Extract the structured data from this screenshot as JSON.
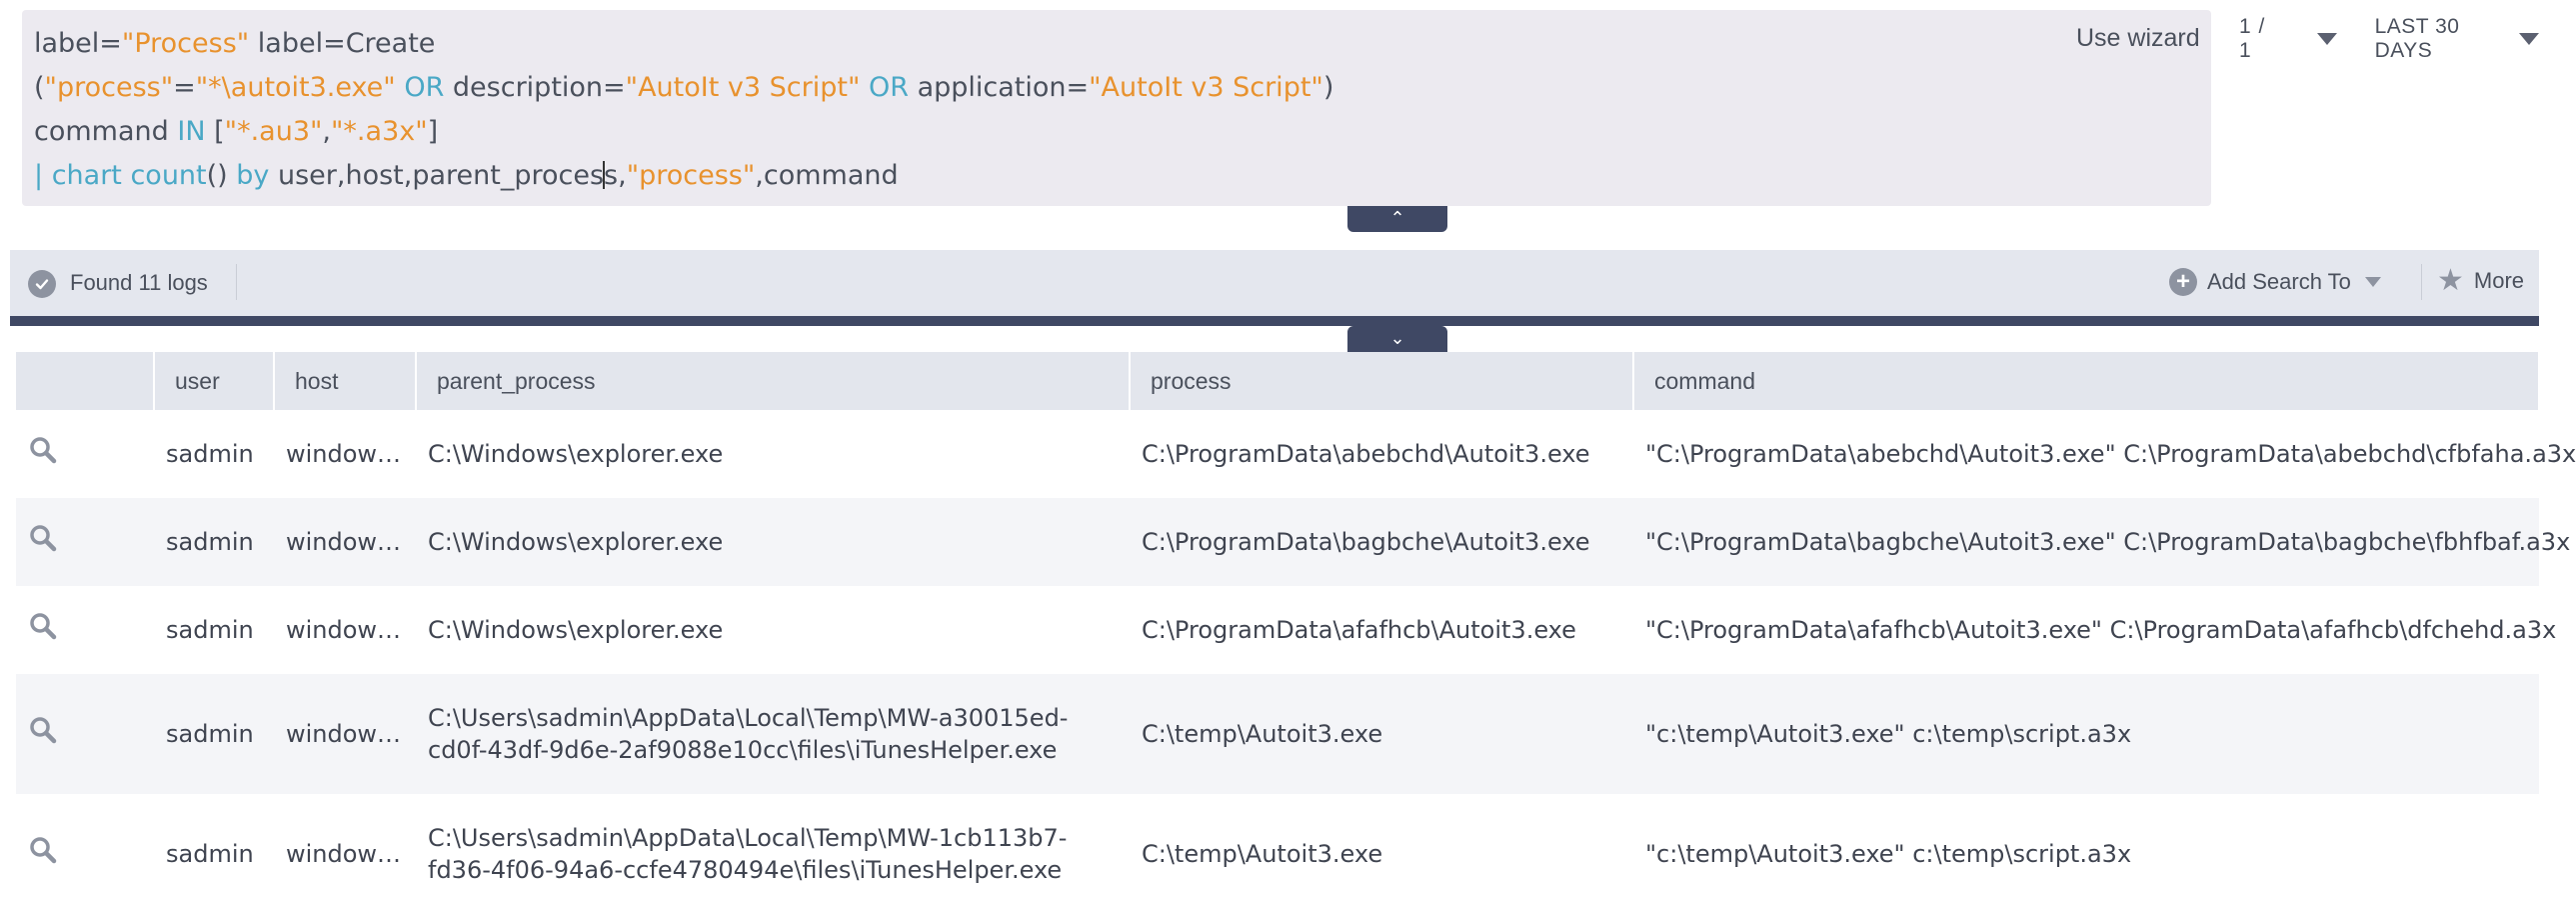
{
  "query": {
    "l1": {
      "a": "label=",
      "b": "\"Process\"",
      "c": " label=Create"
    },
    "l2": {
      "a": "(",
      "b": "\"process\"",
      "c": "=",
      "d": "\"*\\autoit3.exe\"",
      "e": " ",
      "f": "OR",
      "g": " description=",
      "h": "\"AutoIt v3 Script\"",
      "i": " ",
      "j": "OR",
      "k": " application=",
      "l": "\"AutoIt v3 Script\"",
      "m": ")"
    },
    "l3": {
      "a": "command ",
      "b": "IN",
      "c": " [",
      "d": "\"*.au3\"",
      "e": ",",
      "f": "\"*.a3x\"",
      "g": "]"
    },
    "l4": {
      "a": "| ",
      "b": "chart count",
      "c": "() ",
      "d": "by",
      "e": " user,host,parent_proces",
      "f": "s,",
      "g": "\"process\"",
      "h": ",command"
    }
  },
  "toolbar": {
    "use_wizard": "Use wizard",
    "pager": "1 / 1",
    "time_range": "LAST 30 DAYS"
  },
  "status": {
    "found": "Found 11 logs",
    "add_search_to": "Add Search To",
    "more": "More"
  },
  "table": {
    "headers": [
      "user",
      "host",
      "parent_process",
      "process",
      "command"
    ],
    "rows": [
      {
        "user": "sadmin",
        "host": "window…",
        "parent_process": "C:\\Windows\\explorer.exe",
        "process": "C:\\ProgramData\\abebchd\\Autoit3.exe",
        "command": "\"C:\\ProgramData\\abebchd\\Autoit3.exe\" C:\\ProgramData\\abebchd\\cfbfaha.a3x"
      },
      {
        "user": "sadmin",
        "host": "window…",
        "parent_process": "C:\\Windows\\explorer.exe",
        "process": "C:\\ProgramData\\bagbche\\Autoit3.exe",
        "command": "\"C:\\ProgramData\\bagbche\\Autoit3.exe\" C:\\ProgramData\\bagbche\\fbhfbaf.a3x"
      },
      {
        "user": "sadmin",
        "host": "window…",
        "parent_process": "C:\\Windows\\explorer.exe",
        "process": "C:\\ProgramData\\afafhcb\\Autoit3.exe",
        "command": "\"C:\\ProgramData\\afafhcb\\Autoit3.exe\" C:\\ProgramData\\afafhcb\\dfchehd.a3x"
      },
      {
        "user": "sadmin",
        "host": "window…",
        "parent_process_l1": "C:\\Users\\sadmin\\AppData\\Local\\Temp\\MW-a30015ed-",
        "parent_process_l2": "cd0f-43df-9d6e-2af9088e10cc\\files\\iTunesHelper.exe",
        "process": "C:\\temp\\Autoit3.exe",
        "command": "\"c:\\temp\\Autoit3.exe\" c:\\temp\\script.a3x"
      },
      {
        "user": "sadmin",
        "host": "window…",
        "parent_process_l1": "C:\\Users\\sadmin\\AppData\\Local\\Temp\\MW-1cb113b7-",
        "parent_process_l2": "fd36-4f06-94a6-ccfe4780494e\\files\\iTunesHelper.exe",
        "process": "C:\\temp\\Autoit3.exe",
        "command": "\"c:\\temp\\Autoit3.exe\" c:\\temp\\script.a3x"
      }
    ]
  },
  "colors": {
    "string": "#e8922e",
    "operator": "#4aa8c6",
    "accent_dark": "#3f4864"
  }
}
